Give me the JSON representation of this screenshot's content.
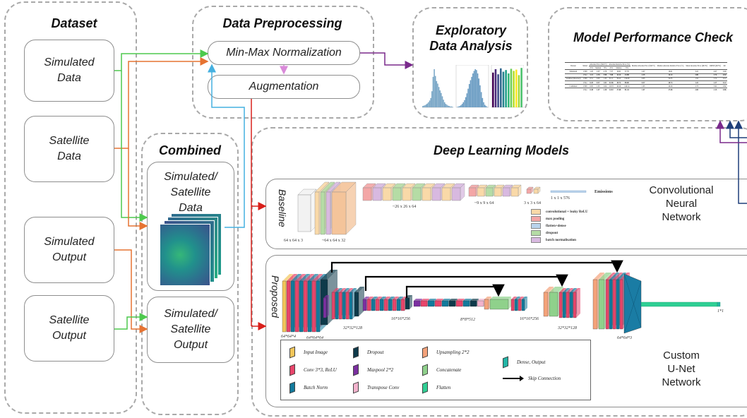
{
  "sections": {
    "dataset": "Dataset",
    "preprocessing": "Data Preprocessing",
    "eda": "Exploratory\nData Analysis",
    "performance": "Model Performance Check",
    "combined": "Combined",
    "dl_models": "Deep Learning Models"
  },
  "dataset_boxes": [
    "Simulated\nData",
    "Satellite\nData",
    "Simulated\nOutput",
    "Satellite\nOutput"
  ],
  "preprocessing_boxes": {
    "normalization": "Min-Max Normalization",
    "augmentation": "Augmentation"
  },
  "combined_boxes": {
    "data": "Simulated/\nSatellite\nData",
    "output": "Simulated/\nSatellite\nOutput"
  },
  "cnn": {
    "side_label": "Baseline",
    "name": "Convolutional\nNeural\nNetwork",
    "dims": [
      "64 x 64 x 3",
      "~64 x 64 x 32",
      "~26 x 26 x 64",
      "~9 x 9 x 64",
      "3 x 3 x 64",
      "1 x 1 x 576"
    ],
    "output": "Emissions",
    "legend": [
      {
        "label": "convolutional + leaky ReLU",
        "color": "#f9d9a8"
      },
      {
        "label": "max pooling",
        "color": "#f3a6a6"
      },
      {
        "label": "flatten+dense",
        "color": "#b9d3ec"
      },
      {
        "label": "dropout",
        "color": "#b5dca5"
      },
      {
        "label": "batch normalisation",
        "color": "#d8b9e0"
      }
    ]
  },
  "unet": {
    "side_label": "Proposed",
    "name": "Custom\nU-Net\nNetwork",
    "dims": [
      "64*64*4",
      "64*64*64",
      "32*32*128",
      "16*16*256",
      "8*8*512",
      "16*16*256",
      "32*32*128",
      "64*64*3",
      "1*1"
    ],
    "legend": [
      {
        "label": "Input Image",
        "color": "#f2c65a"
      },
      {
        "label": "Conv 3*3, ReLU",
        "color": "#e8456b"
      },
      {
        "label": "Batch Norm",
        "color": "#127a9c"
      },
      {
        "label": "Dropout",
        "color": "#0e3a4a"
      },
      {
        "label": "Maxpool 2*2",
        "color": "#7b2fa0"
      },
      {
        "label": "Transpose Conv",
        "color": "#f2b3cd"
      },
      {
        "label": "Upsampling 2*2",
        "color": "#f4a27a"
      },
      {
        "label": "Concatenate",
        "color": "#8fd18b"
      },
      {
        "label": "Flatten",
        "color": "#2fcf94"
      },
      {
        "label": "Dense, Output",
        "color": "#22b5a6"
      },
      {
        "label": "Skip Connection",
        "color": "#111111"
      }
    ]
  },
  "performance_table": {
    "headers": [
      "Dataset",
      "Model",
      "Absolute Error (Mt/Yr)",
      "Absolute Relative Error (%)",
      "Median Absolute Error (Mt/Yr)",
      "Median Absolute Relative Error (%)",
      "Mean Absolute Error (Mt/Yr)",
      "RMSE (Mt/Yr)",
      "R2"
    ],
    "subheaders": [
      "25%",
      "Median",
      "75%",
      "25%",
      "Median",
      "75%"
    ],
    "rows": [
      [
        "Simulated",
        "CNN",
        "1.20",
        "2.67",
        "4.78",
        "7.37",
        "16.61",
        "37.76",
        "2.67",
        "16.61",
        "3.22",
        "4.97",
        "0.90"
      ],
      [
        "",
        "UNet",
        "1.13",
        "2.35",
        "3.99",
        "7.08",
        "14.14",
        "23.98",
        "2.35",
        "14.14",
        "2.89",
        "3.74",
        "0.92"
      ],
      [
        "Satellite (Observed)",
        "CNN",
        "0.51",
        "0.95",
        "1.35",
        "31.11",
        "59.22",
        "134.09",
        "0.95",
        "54.35",
        "1.52",
        "5.72",
        "0.12"
      ],
      [
        "",
        "UNet",
        "0.20",
        "0.57",
        "1.01",
        "21.86",
        "40.74",
        "89.00",
        "0.57",
        "40.74",
        "1.22",
        "2.37",
        "0.22"
      ],
      [
        "Combined",
        "CNN",
        "0.95",
        "1.95",
        "2.04",
        "16.33",
        "40.26",
        "140.14",
        "1.95",
        "40.26",
        "2.73",
        "3.61",
        "0.82"
      ],
      [
        "",
        "UNet",
        "0.48",
        "1.07",
        "2.30",
        "14.92",
        "37.68",
        "81.44",
        "1.07",
        "37.68",
        "2.00",
        "3.15",
        "0.86"
      ]
    ]
  },
  "eda_charts": {
    "histogram_1": [
      3,
      4,
      5,
      7,
      9,
      12,
      16,
      22,
      38,
      72,
      90,
      74,
      62,
      56,
      48,
      40,
      34,
      26,
      18,
      12,
      8,
      6,
      4,
      3,
      2,
      2,
      1
    ],
    "histogram_2": [
      1,
      2,
      3,
      5,
      8,
      12,
      17,
      24,
      33,
      44,
      55,
      64,
      72,
      80,
      86,
      90,
      88,
      80,
      68,
      52,
      36,
      22,
      12,
      6,
      3,
      1
    ],
    "bars_3": [
      82,
      90,
      78,
      92,
      84,
      88,
      80,
      91,
      86,
      89,
      76,
      93
    ]
  },
  "colors": {
    "green_arrow": "#4dc94d",
    "orange_arrow": "#e67332",
    "purple_arrow": "#7a2a8c",
    "blue_arrow": "#45b0e0",
    "red_arrow": "#d9201b",
    "pink_arrow": "#d98ad9",
    "navy_arrow": "#1f3f7a"
  }
}
